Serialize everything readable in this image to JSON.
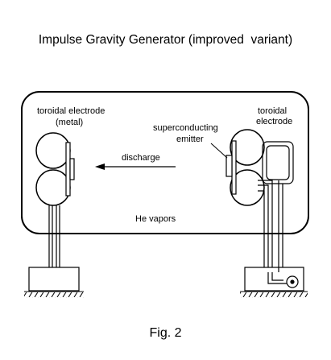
{
  "title": "Impulse Gravity Generator (improved  variant)",
  "labels": {
    "left_electrode_line1": "toroidal electrode",
    "left_electrode_line2": "(metal)",
    "right_electrode_line1": "toroidal",
    "right_electrode_line2": "electrode",
    "emitter_line1": "superconducting",
    "emitter_line2": "emitter",
    "discharge": "discharge",
    "vapors": "He vapors"
  },
  "caption": "Fig. 2"
}
